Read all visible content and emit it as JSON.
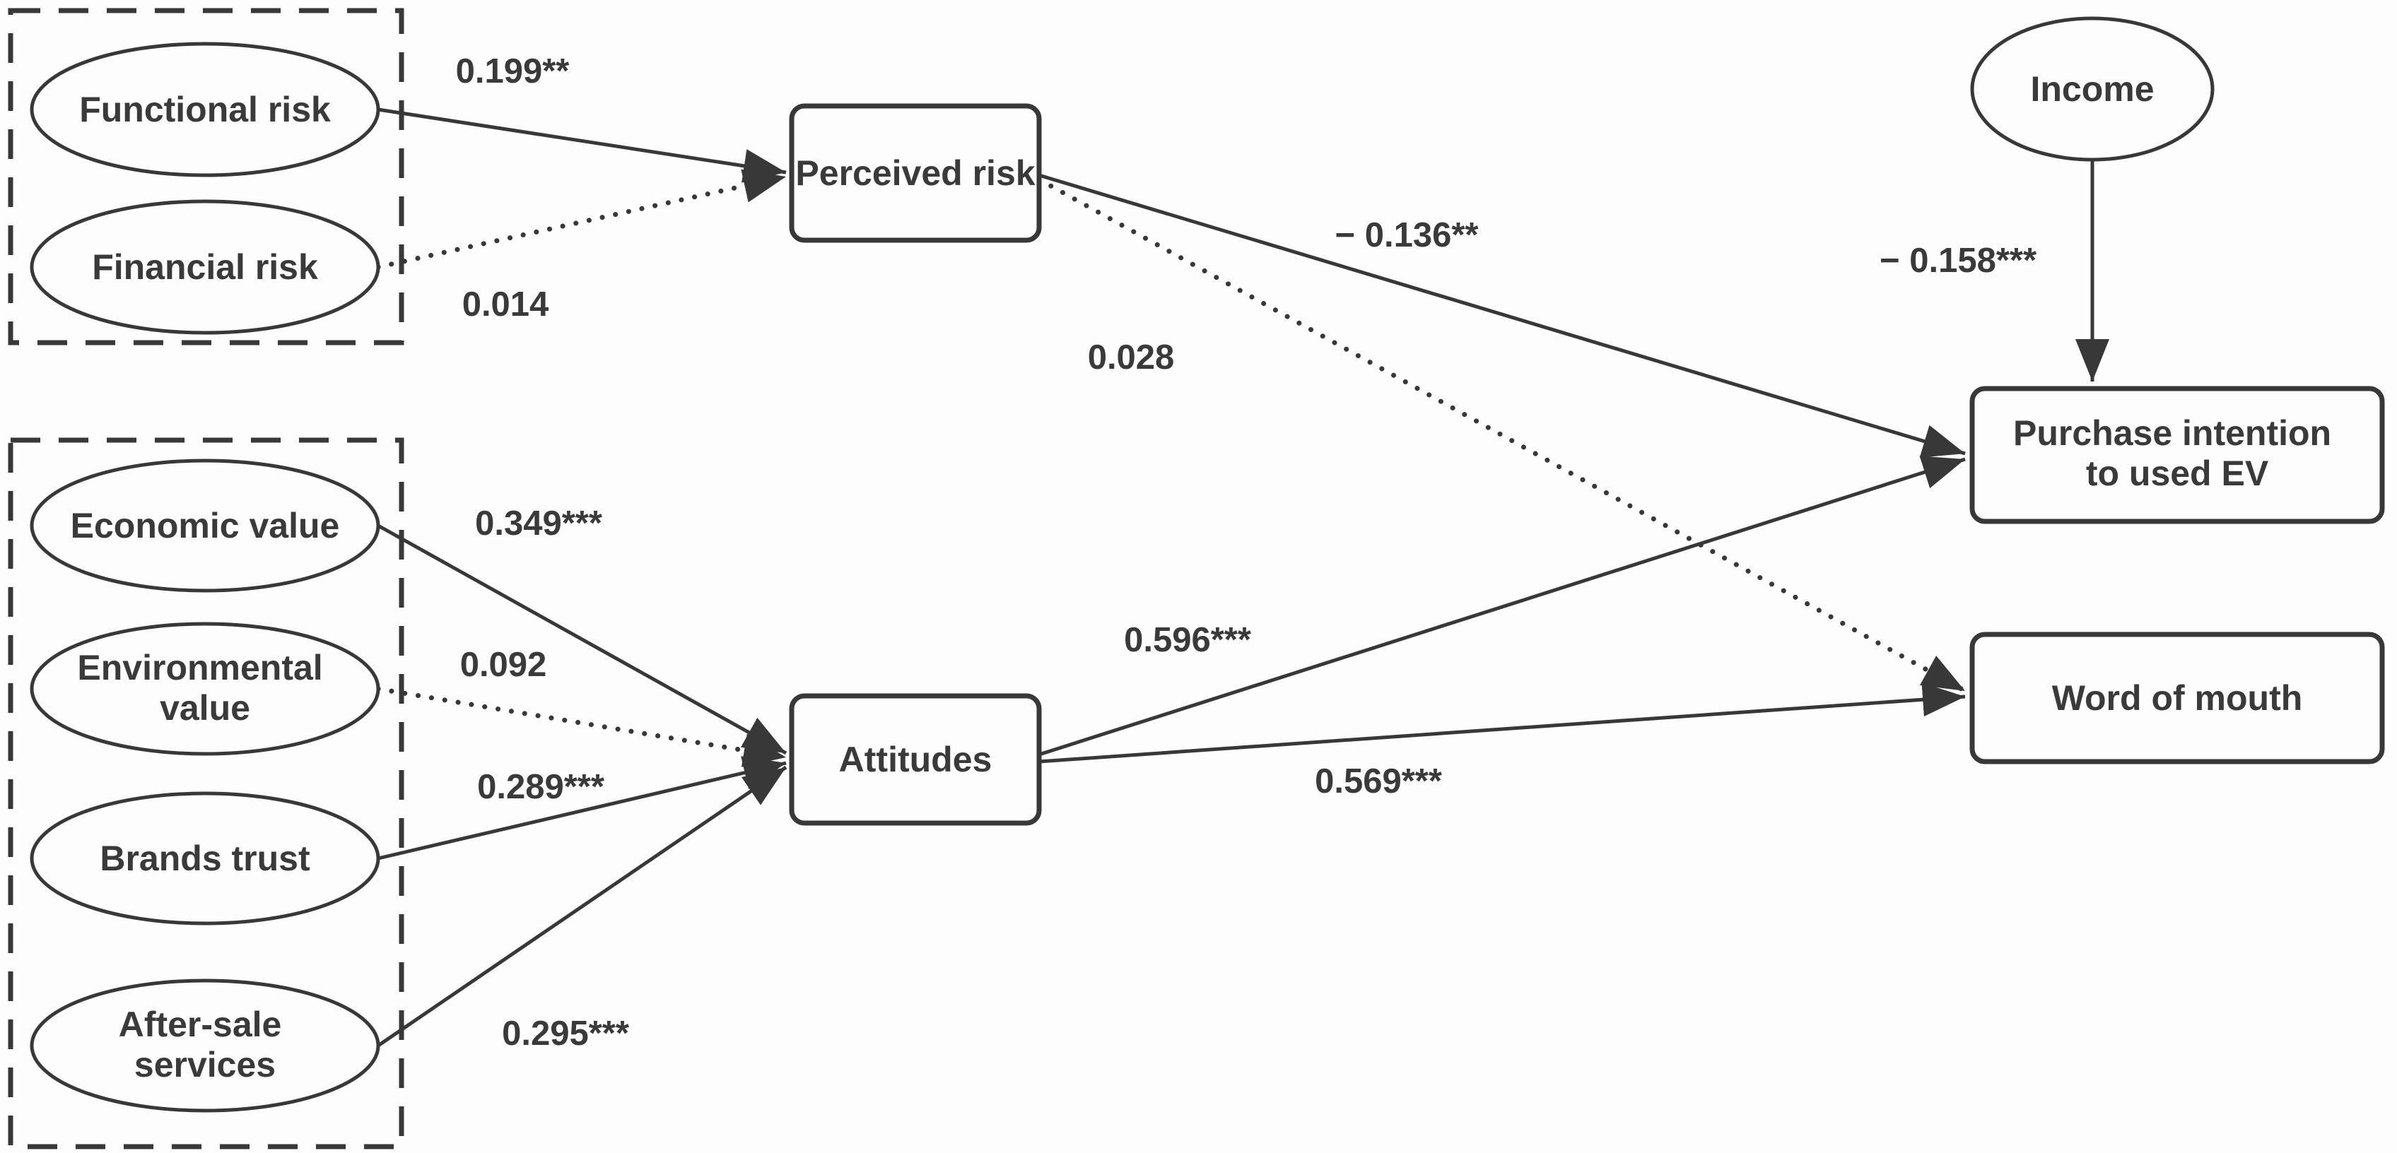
{
  "nodes": {
    "functional_risk": {
      "label": "Functional risk"
    },
    "financial_risk": {
      "label": "Financial risk"
    },
    "economic_value": {
      "label": "Economic value"
    },
    "environmental_value": {
      "line1": "Environmental",
      "line2": "value"
    },
    "brands_trust": {
      "label": "Brands trust"
    },
    "after_sale_services": {
      "line1": "After-sale",
      "line2": "services"
    },
    "perceived_risk": {
      "label": "Perceived risk"
    },
    "attitudes": {
      "label": "Attitudes"
    },
    "income": {
      "label": "Income"
    },
    "purchase_intention": {
      "line1": "Purchase intention",
      "line2": "to used EV"
    },
    "word_of_mouth": {
      "label": "Word of mouth"
    }
  },
  "coefficients": {
    "functional_to_perceived": "0.199**",
    "financial_to_perceived": "0.014",
    "perceived_to_purchase": "− 0.136**",
    "perceived_to_wom": "0.028",
    "income_to_purchase": "− 0.158***",
    "economic_to_attitudes": "0.349***",
    "environmental_to_attitudes": "0.092",
    "brands_to_attitudes": "0.289***",
    "aftersale_to_attitudes": "0.295***",
    "attitudes_to_purchase": "0.596***",
    "attitudes_to_wom": "0.569***"
  },
  "style": {
    "ink_color": "#383838",
    "solid_line_meaning": "significant path",
    "dotted_line_meaning": "non-significant path"
  }
}
